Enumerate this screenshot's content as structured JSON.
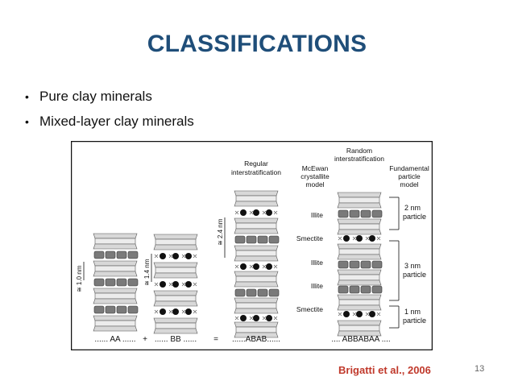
{
  "slide": {
    "title": "CLASSIFICATIONS",
    "bullets": [
      "Pure clay minerals",
      "Mixed-layer clay minerals"
    ],
    "citation": "Brigatti et al., 2006",
    "page_number": "13"
  },
  "figure": {
    "headers": {
      "regular": [
        "Regular",
        "interstratification"
      ],
      "random": [
        "Random",
        "interstratification"
      ],
      "mcewan": [
        "McEwan",
        "crystallite",
        "model"
      ],
      "fundamental": [
        "Fundamental",
        "particle",
        "model"
      ]
    },
    "dimensions": {
      "aa": "≅ 1.0 nm",
      "bb": "≅ 1.4 nm",
      "abab": "≅ 2.4 nm"
    },
    "layer_labels": [
      "Illite",
      "Smectite",
      "Illite",
      "Illite",
      "Smectite"
    ],
    "particles": [
      {
        "size": "2 nm",
        "word": "particle"
      },
      {
        "size": "3 nm",
        "word": "particle"
      },
      {
        "size": "1 nm",
        "word": "particle"
      }
    ],
    "sequence": {
      "aa": "...... AA ......",
      "plus": "+",
      "bb": "...... BB ......",
      "equals": "=",
      "abab": "......ABAB......",
      "random": ".... ABBABAA ...."
    },
    "colors": {
      "stripe": "#d8d8d8",
      "dark": "#7a7a7a",
      "border": "#111111"
    }
  }
}
